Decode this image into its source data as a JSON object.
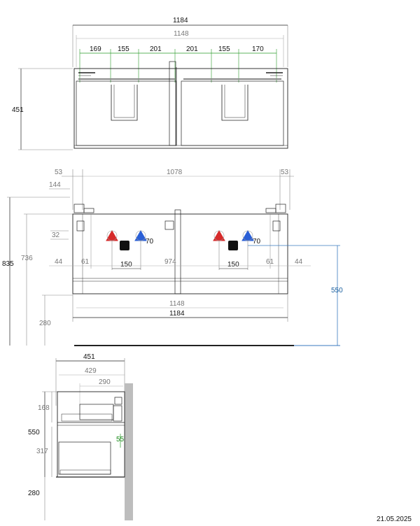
{
  "top_view": {
    "overall_width": "1184",
    "inner_width": "1148",
    "depth": "451",
    "left_segments": [
      "169",
      "155",
      "201"
    ],
    "right_segments": [
      "201",
      "155",
      "170"
    ]
  },
  "front_view": {
    "side_offset_left": "53",
    "span": "1078",
    "side_offset_right": "53",
    "top_offset": "144",
    "height_total": "835",
    "height_mid": "736",
    "small_offset": "32",
    "left_44": "44",
    "left_61": "61",
    "center_span": "974",
    "right_61": "61",
    "right_44": "44",
    "left_pipe_gap": "150",
    "right_pipe_gap": "150",
    "left_70": "70",
    "right_70": "70",
    "blue_height": "550",
    "floor_height": "280",
    "inner_width": "1148",
    "overall_width": "1184",
    "colors": {
      "hot": "#d62a2a",
      "cold": "#2a5fd6",
      "drain": "#111111",
      "blue_dim": "#1a5f9e",
      "green_dim": "#1a8a1a"
    }
  },
  "side_view": {
    "depth": "451",
    "inner_depth": "429",
    "drawer_depth": "290",
    "drawer_height": "168",
    "cabinet_height": "550",
    "lower_drawer_height": "317",
    "green_offset": "55",
    "floor_height": "280"
  },
  "date": "21.05.2025"
}
